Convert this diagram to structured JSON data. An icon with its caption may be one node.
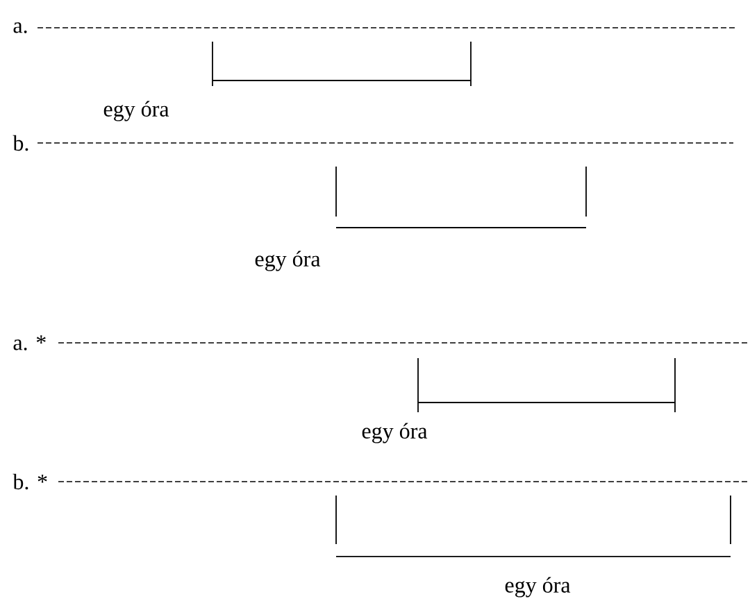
{
  "diagram": {
    "labels": [
      "a.",
      "egy óra",
      "b.",
      "egy óra",
      "a. *",
      "egy óra",
      "b. *",
      "egy óra"
    ]
  }
}
